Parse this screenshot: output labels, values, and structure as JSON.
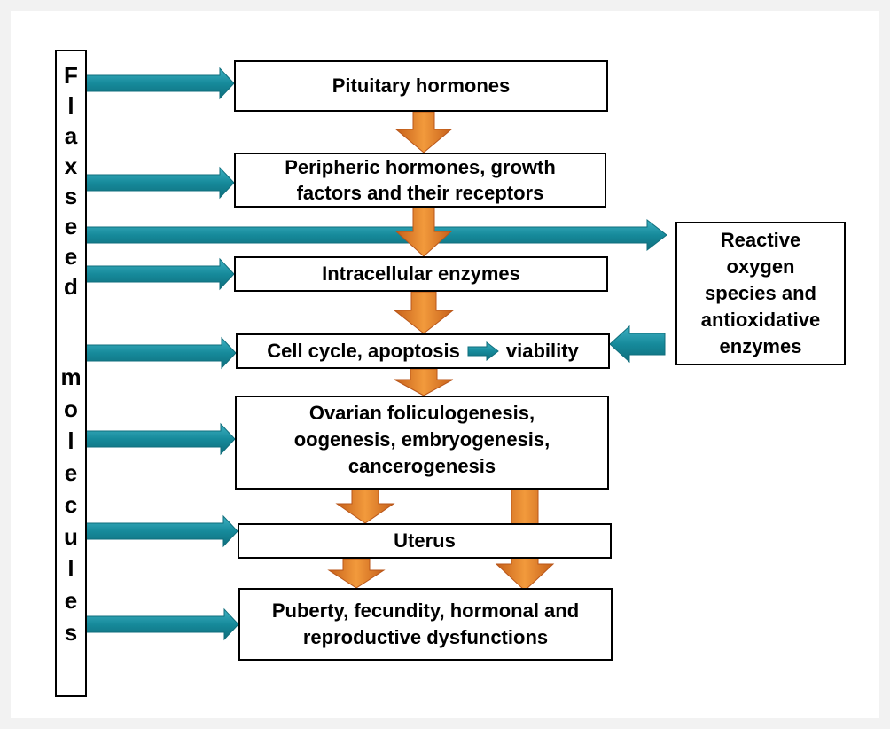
{
  "side_label": {
    "word1": [
      "F",
      "l",
      "a",
      "x",
      "s",
      "e",
      "e",
      "d"
    ],
    "word2": [
      "m",
      "o",
      "l",
      "e",
      "c",
      "u",
      "l",
      "e",
      "s"
    ]
  },
  "boxes": {
    "pituitary": "Pituitary hormones",
    "peripheric_line1": "Peripheric hormones, growth",
    "peripheric_line2": "factors and their receptors",
    "intracellular": "Intracellular enzymes",
    "cell_cycle_left": "Cell cycle, apoptosis",
    "cell_cycle_right": "viability",
    "ovarian_line1": "Ovarian foliculogenesis,",
    "ovarian_line2": "oogenesis, embryogenesis,",
    "ovarian_line3": "cancerogenesis",
    "uterus": "Uterus",
    "puberty_line1": "Puberty, fecundity, hormonal  and",
    "puberty_line2": "reproductive dysfunctions",
    "ros_line1": "Reactive",
    "ros_line2": "oxygen",
    "ros_line3": "species and",
    "ros_line4": "antioxidative",
    "ros_line5": "enzymes"
  },
  "colors": {
    "teal_arrow": "#1a8a9c",
    "orange_arrow": "#e07a22"
  },
  "icons": {
    "influence_arrow": "teal-right-arrow",
    "flow_arrow": "orange-down-arrow"
  }
}
